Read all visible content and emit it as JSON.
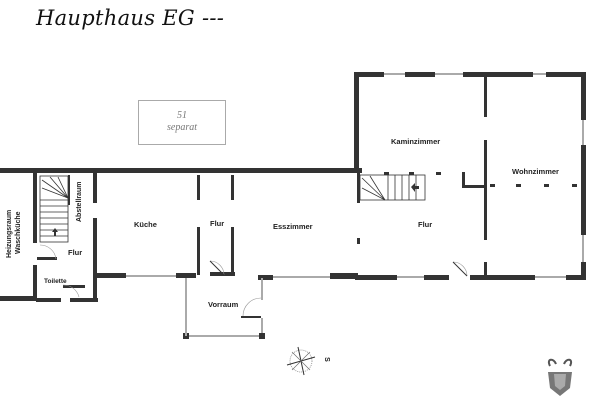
{
  "title": "Haupthaus EG ---",
  "separate_box": {
    "number": "51",
    "label": "separat"
  },
  "rooms": {
    "heizungsraum": "Heizungsraum",
    "waschkueche": "Waschküche",
    "abstellraum": "Abstellraum",
    "flur_left": "Flur",
    "toilette": "Toilette",
    "kueche": "Küche",
    "flur_mid": "Flur",
    "esszimmer": "Esszimmer",
    "kaminzimmer": "Kaminzimmer",
    "flur_right": "Flur",
    "wohnzimmer": "Wohnzimmer",
    "vorraum": "Vorraum"
  },
  "compass": {
    "label": "S"
  },
  "colors": {
    "wall": "#333333",
    "window": "#bbbbbb"
  }
}
